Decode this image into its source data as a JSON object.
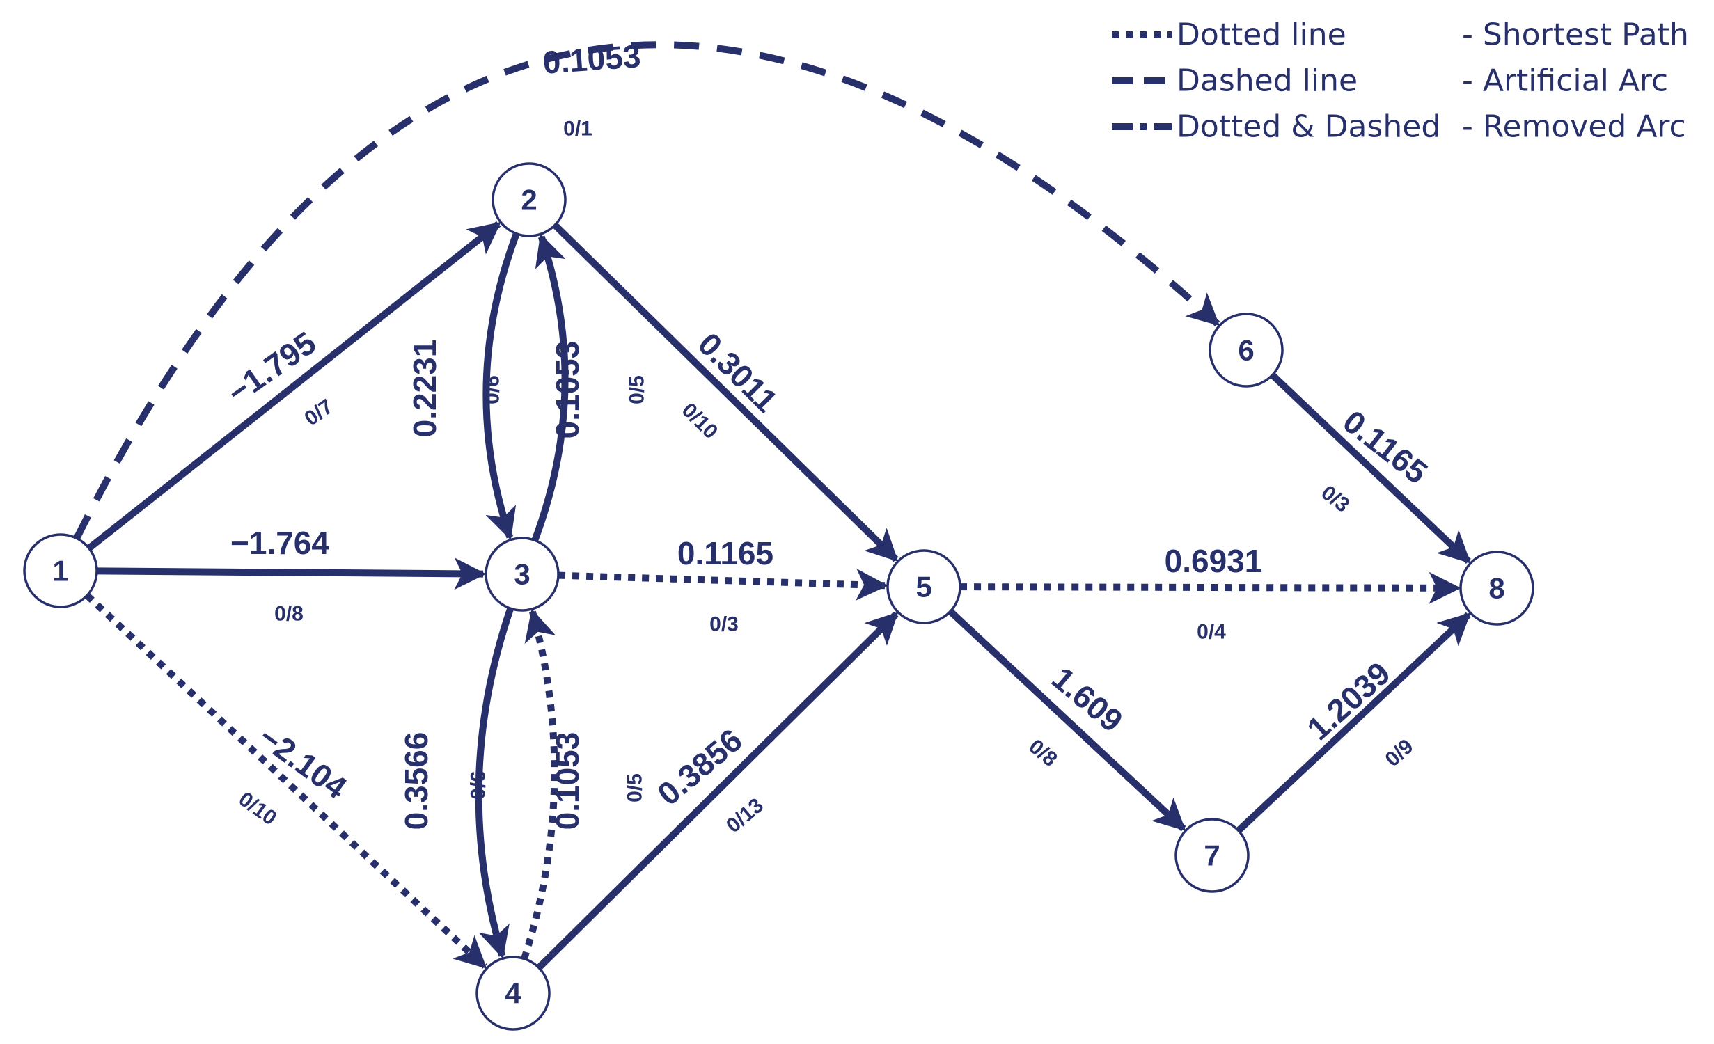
{
  "colors": {
    "ink": "#27306b",
    "background": "#ffffff"
  },
  "legend": [
    {
      "style": "dotted",
      "text": "Dotted line",
      "meaning": "- Shortest Path"
    },
    {
      "style": "dashed",
      "text": "Dashed line",
      "meaning": "- Artificial Arc"
    },
    {
      "style": "dashdot",
      "text": "Dotted & Dashed",
      "meaning": "- Removed Arc"
    }
  ],
  "nodes": [
    {
      "id": "1",
      "label": "1"
    },
    {
      "id": "2",
      "label": "2"
    },
    {
      "id": "3",
      "label": "3"
    },
    {
      "id": "4",
      "label": "4"
    },
    {
      "id": "5",
      "label": "5"
    },
    {
      "id": "6",
      "label": "6"
    },
    {
      "id": "7",
      "label": "7"
    },
    {
      "id": "8",
      "label": "8"
    }
  ],
  "edges": [
    {
      "id": "1-6",
      "from": "1",
      "to": "6",
      "style": "dashed",
      "weight": "0.1053",
      "flow": "0/1"
    },
    {
      "id": "1-2",
      "from": "1",
      "to": "2",
      "style": "solid",
      "weight": "−1.795",
      "flow": "0/7"
    },
    {
      "id": "1-3",
      "from": "1",
      "to": "3",
      "style": "solid",
      "weight": "−1.764",
      "flow": "0/8"
    },
    {
      "id": "1-4",
      "from": "1",
      "to": "4",
      "style": "dotted",
      "weight": "−2.104",
      "flow": "0/10"
    },
    {
      "id": "2-3",
      "from": "2",
      "to": "3",
      "style": "solid",
      "weight": "0.2231",
      "flow": "0/6"
    },
    {
      "id": "3-2",
      "from": "3",
      "to": "2",
      "style": "solid",
      "weight": "0.1053",
      "flow": "0/5"
    },
    {
      "id": "2-5",
      "from": "2",
      "to": "5",
      "style": "solid",
      "weight": "0.3011",
      "flow": "0/10"
    },
    {
      "id": "3-5",
      "from": "3",
      "to": "5",
      "style": "dotted",
      "weight": "0.1165",
      "flow": "0/3"
    },
    {
      "id": "3-4",
      "from": "3",
      "to": "4",
      "style": "solid",
      "weight": "0.3566",
      "flow": "0/6"
    },
    {
      "id": "4-3",
      "from": "4",
      "to": "3",
      "style": "dotted",
      "weight": "0.1053",
      "flow": "0/5"
    },
    {
      "id": "4-5",
      "from": "4",
      "to": "5",
      "style": "solid",
      "weight": "0.3856",
      "flow": "0/13"
    },
    {
      "id": "5-8",
      "from": "5",
      "to": "8",
      "style": "dotted",
      "weight": "0.6931",
      "flow": "0/4"
    },
    {
      "id": "5-7",
      "from": "5",
      "to": "7",
      "style": "solid",
      "weight": "1.609",
      "flow": "0/8"
    },
    {
      "id": "6-8",
      "from": "6",
      "to": "8",
      "style": "solid",
      "weight": "0.1165",
      "flow": "0/3"
    },
    {
      "id": "7-8",
      "from": "7",
      "to": "8",
      "style": "solid",
      "weight": "1.2039",
      "flow": "0/9"
    }
  ]
}
